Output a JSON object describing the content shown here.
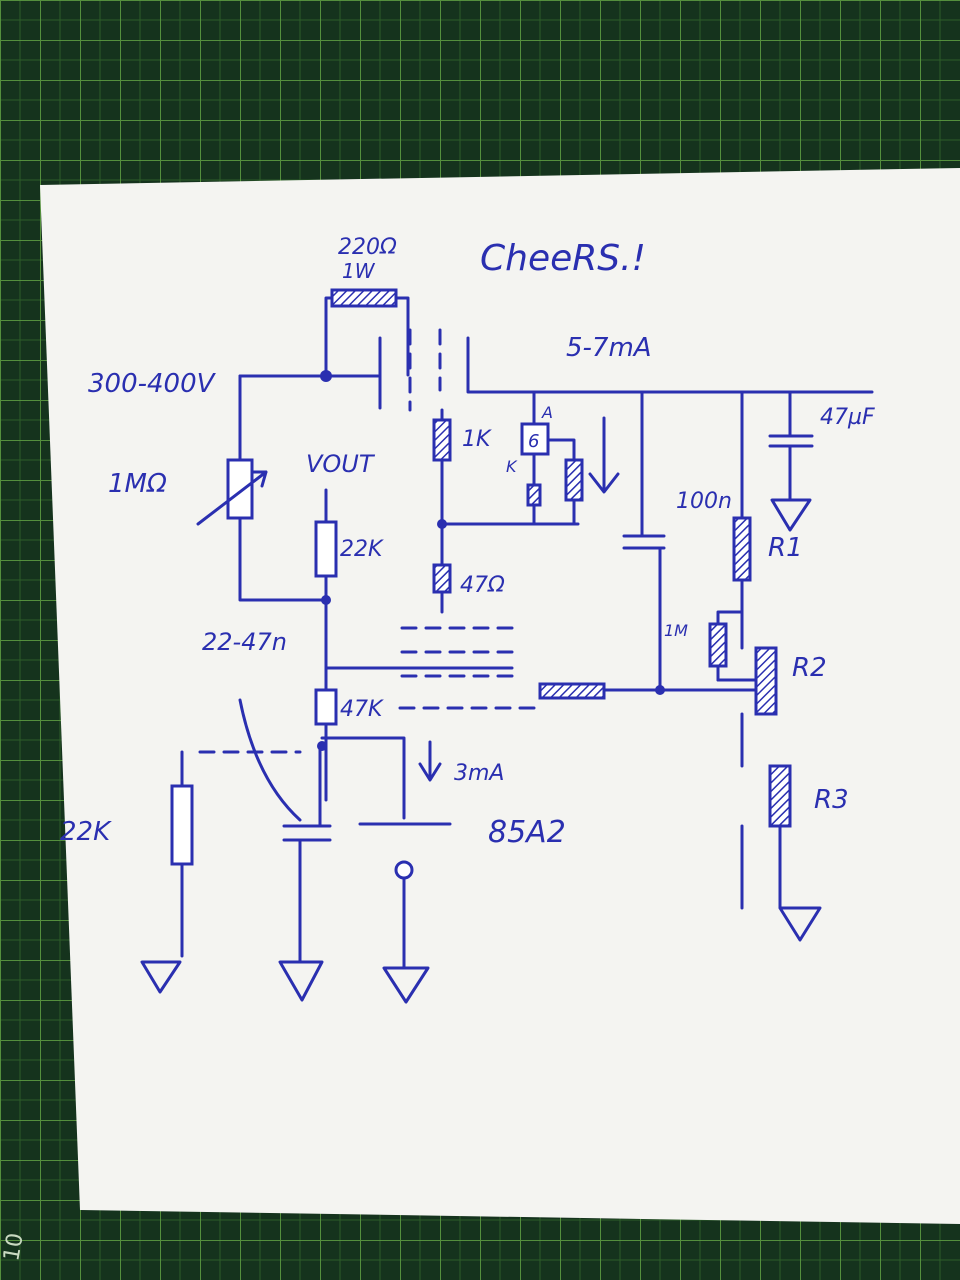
{
  "colors": {
    "ink": "#2a2fb0",
    "paper": "#f4f4f1",
    "mat": "#15331d",
    "mat_grid": "#6fb64a"
  },
  "mat_marks": {
    "ruler_text": "10"
  },
  "labels": {
    "title_note": "CheeRS.!",
    "r_top": "220Ω",
    "r_top_power": "1W",
    "current_top": "5-7mA",
    "supply_voltage": "300-400V",
    "pot": "1MΩ",
    "vout": "VOUT",
    "r_22k": "22K",
    "r_1k": "1K",
    "tube_anode": "A",
    "tube_type": "6",
    "tube_cathode": "K",
    "r_47ohm": "47Ω",
    "cap_22_47n": "22-47n",
    "r_47k": "47K",
    "current_bottom": "3mA",
    "reg_tube": "85A2",
    "cap_47uf": "47µF",
    "cap_100n": "100n",
    "r_1m": "1M",
    "r1": "R1",
    "r2": "R2",
    "r3": "R3",
    "r_22k_left": "22K"
  }
}
